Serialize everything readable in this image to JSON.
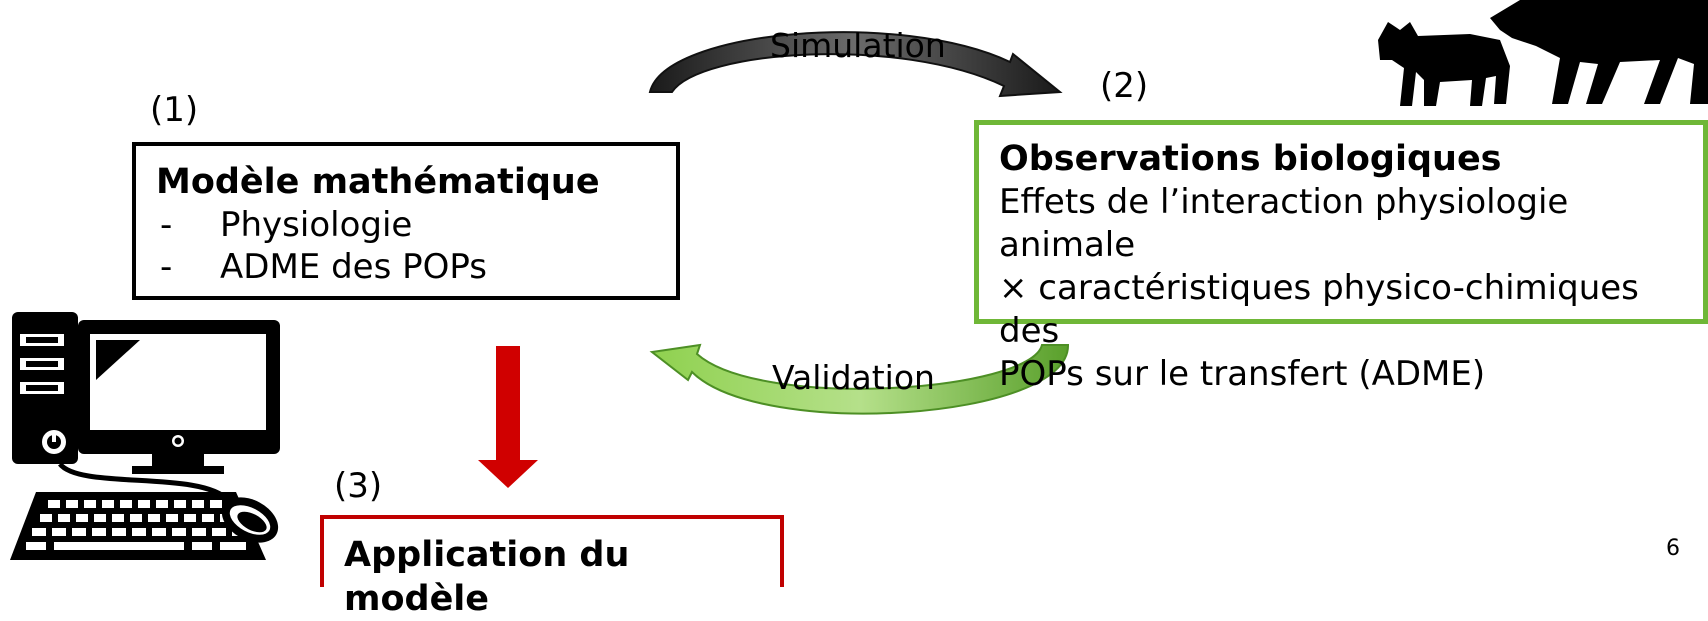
{
  "arrows": {
    "top_label": "Simulation",
    "bottom_label": "Validation"
  },
  "step1": {
    "number": "(1)",
    "title": "Modèle mathématique",
    "items": [
      "Physiologie",
      "ADME des POPs"
    ],
    "bullet": "-"
  },
  "step2": {
    "number": "(2)",
    "title": "Observations biologiques",
    "lines": [
      "Effets de l’interaction physiologie animale",
      "× caractéristiques physico-chimiques des",
      "POPs sur le transfert (ADME)"
    ]
  },
  "step3": {
    "number": "(3)",
    "title": "Application du modèle"
  },
  "page_number": "6",
  "icons": [
    "computer-icon",
    "cattle-silhouette-icon"
  ],
  "colors": {
    "step1_border": "#000000",
    "step2_border": "#6fb737",
    "step3_border": "#c00000",
    "down_arrow": "#d00000",
    "validation_arrow": "#7ac142",
    "simulation_arrow": "#333333"
  }
}
